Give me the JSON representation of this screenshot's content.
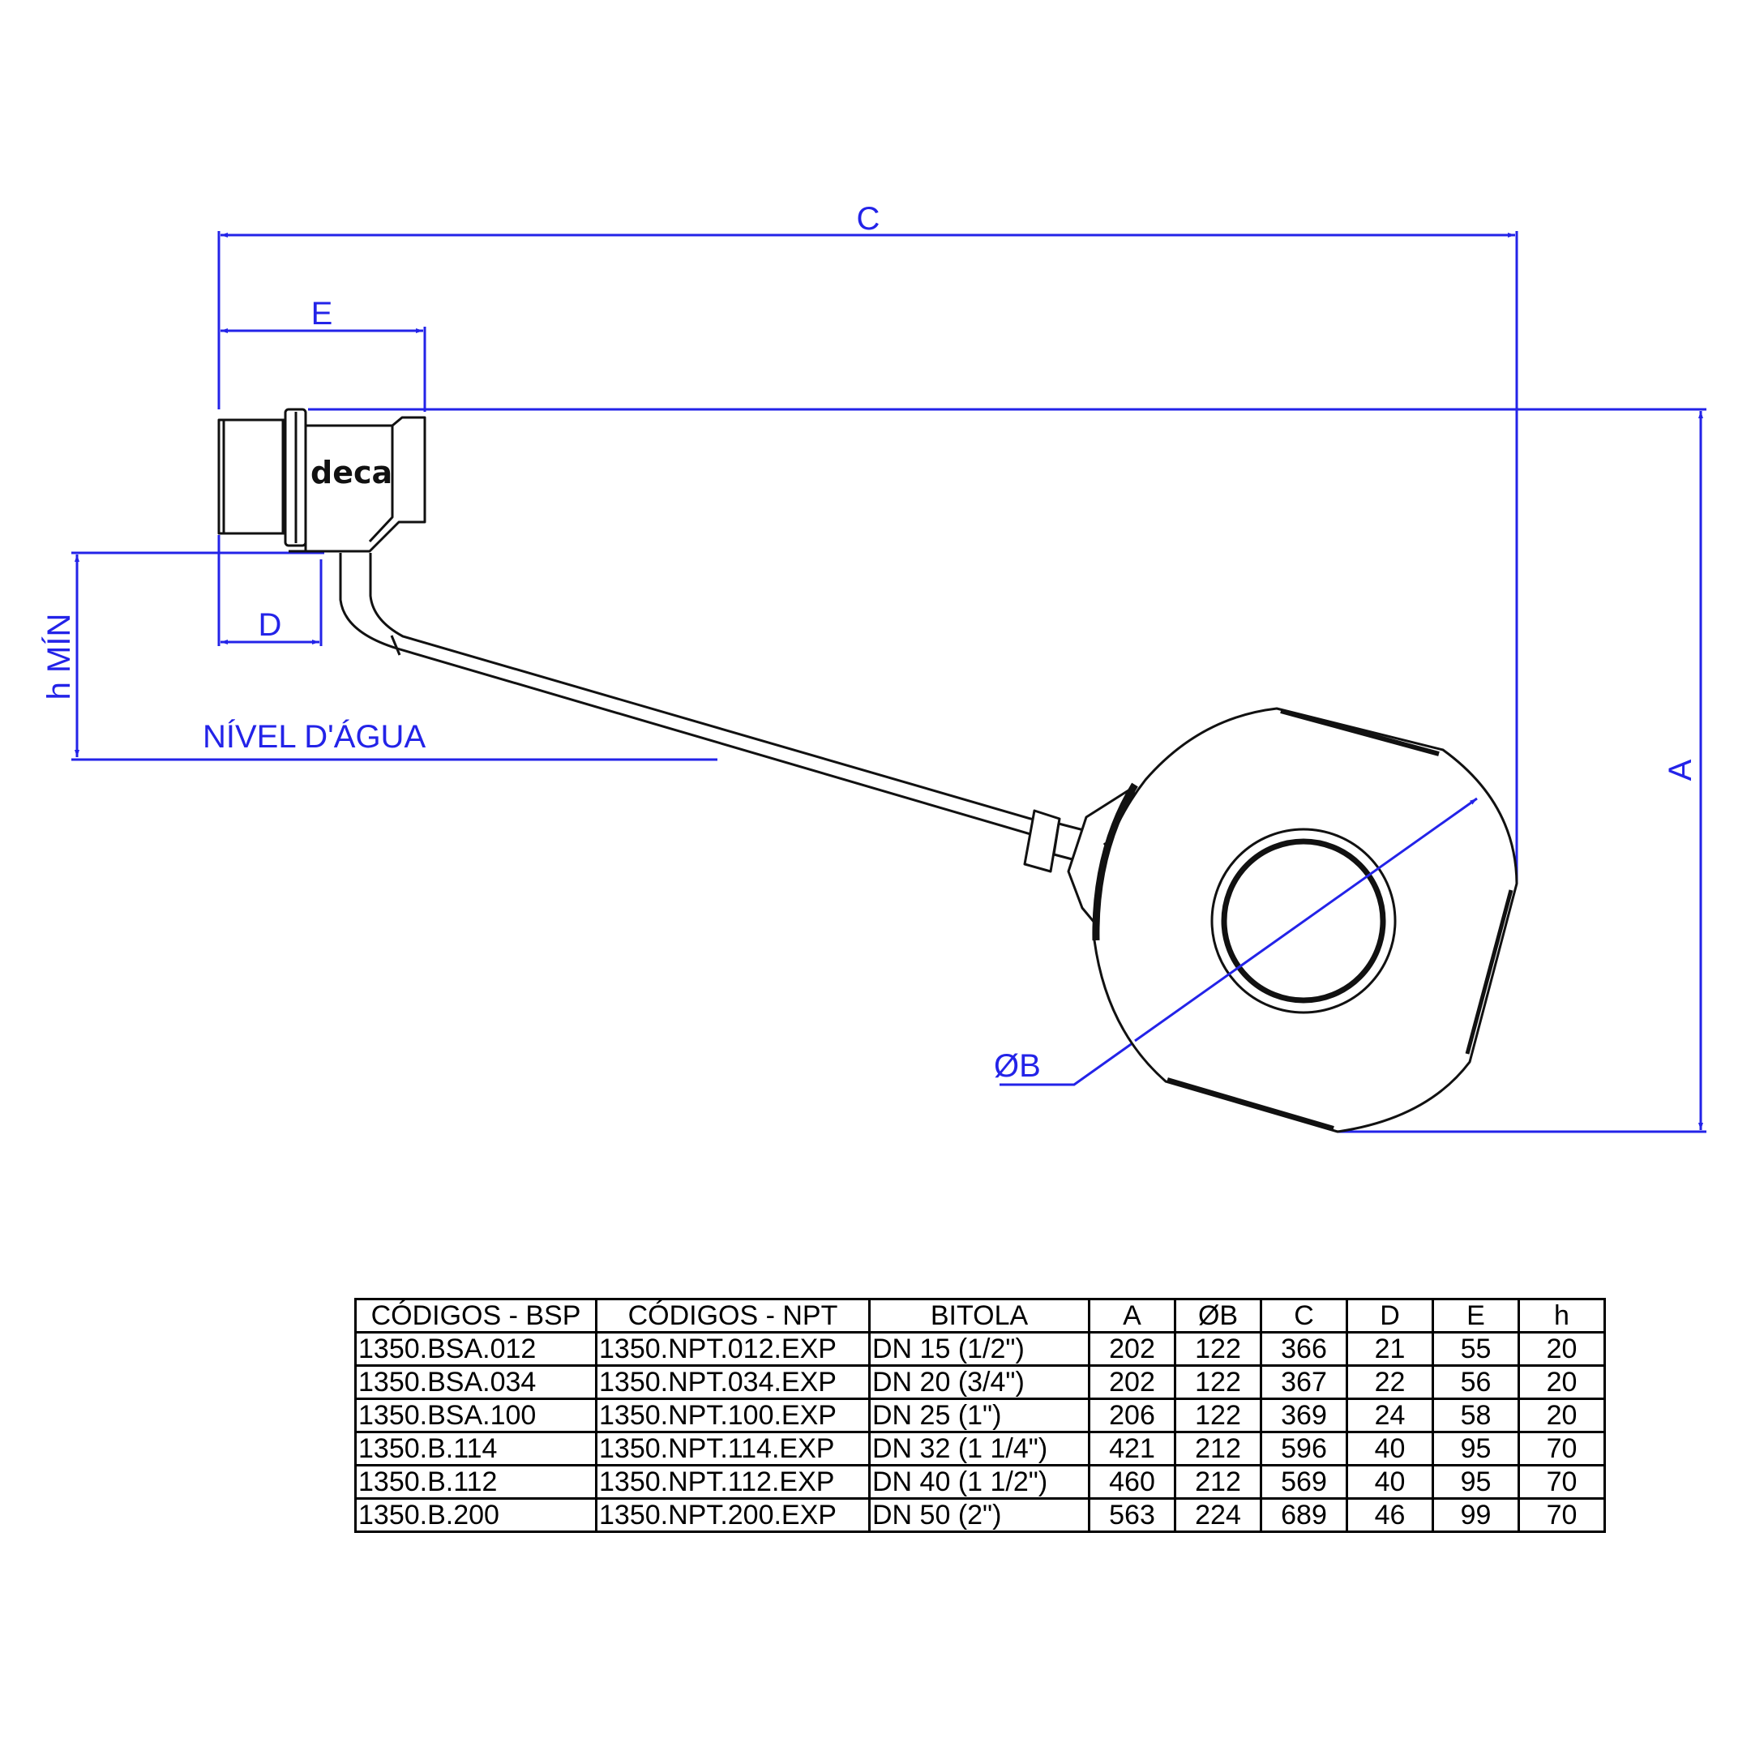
{
  "diagram": {
    "colors": {
      "dimension": "#2323e8",
      "outline": "#111111"
    },
    "labels": {
      "c": "C",
      "e": "E",
      "d": "D",
      "a": "A",
      "h_min": "h MÍN",
      "water_level": "NÍVEL D'ÁGUA",
      "diameter_b": "ØB",
      "brand": "deca"
    }
  },
  "table": {
    "headers": [
      "CÓDIGOS - BSP",
      "CÓDIGOS - NPT",
      "BITOLA",
      "A",
      "ØB",
      "C",
      "D",
      "E",
      "h"
    ],
    "rows": [
      [
        "1350.BSA.012",
        "1350.NPT.012.EXP",
        "DN 15 (1/2\")",
        "202",
        "122",
        "366",
        "21",
        "55",
        "20"
      ],
      [
        "1350.BSA.034",
        "1350.NPT.034.EXP",
        "DN 20 (3/4\")",
        "202",
        "122",
        "367",
        "22",
        "56",
        "20"
      ],
      [
        "1350.BSA.100",
        "1350.NPT.100.EXP",
        "DN 25 (1\")",
        "206",
        "122",
        "369",
        "24",
        "58",
        "20"
      ],
      [
        "1350.B.114",
        "1350.NPT.114.EXP",
        "DN 32 (1 1/4\")",
        "421",
        "212",
        "596",
        "40",
        "95",
        "70"
      ],
      [
        "1350.B.112",
        "1350.NPT.112.EXP",
        "DN 40 (1 1/2\")",
        "460",
        "212",
        "569",
        "40",
        "95",
        "70"
      ],
      [
        "1350.B.200",
        "1350.NPT.200.EXP",
        "DN 50 (2\")",
        "563",
        "224",
        "689",
        "46",
        "99",
        "70"
      ]
    ]
  }
}
